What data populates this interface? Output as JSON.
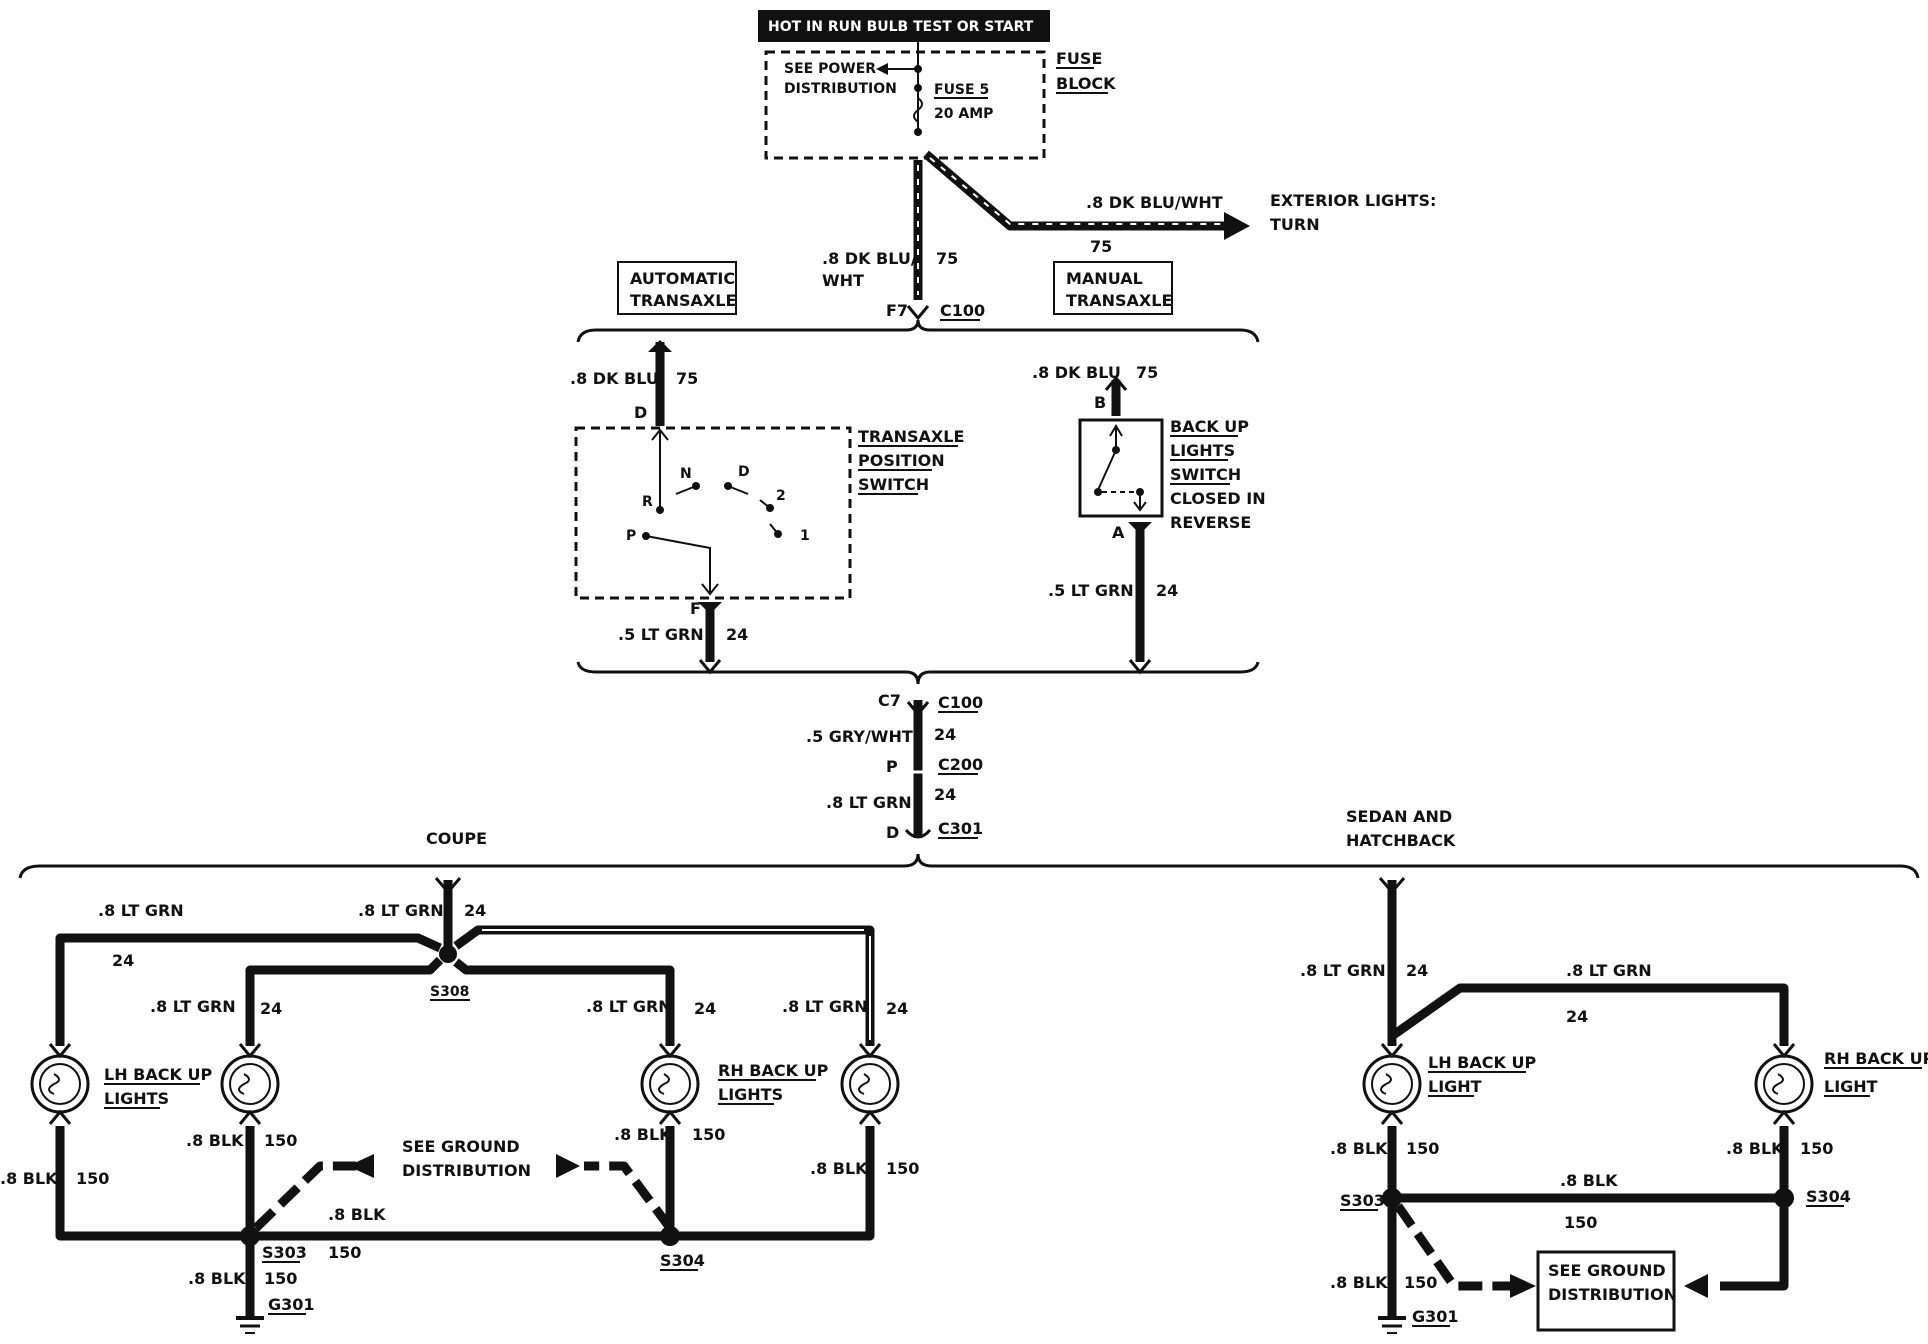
{
  "header": {
    "power_label": "HOT IN RUN BULB TEST OR START"
  },
  "fuse_block": {
    "title_1": "FUSE",
    "title_2": "BLOCK",
    "see_power_1": "SEE POWER",
    "see_power_2": "DISTRIBUTION",
    "fuse_name": "FUSE 5",
    "fuse_rating": "20 AMP"
  },
  "turn_branch": {
    "wire": ".8 DK BLU/WHT",
    "circuit": "75",
    "dest_1": "EXTERIOR LIGHTS:",
    "dest_2": "TURN"
  },
  "main_feed": {
    "wire_1": ".8 DK BLU/",
    "wire_2": "WHT",
    "circuit": "75",
    "pin": "F7",
    "connector": "C100"
  },
  "automatic": {
    "title_1": "AUTOMATIC",
    "title_2": "TRANSAXLE",
    "in_wire": ".8 DK BLU",
    "in_circuit": "75",
    "pin_in": "D",
    "switch_1": "TRANSAXLE",
    "switch_2": "POSITION",
    "switch_3": "SWITCH",
    "pos_r": "R",
    "pos_n": "N",
    "pos_d": "D",
    "pos_2": "2",
    "pos_1": "1",
    "pos_p": "P",
    "pin_out": "F",
    "out_wire": ".5 LT GRN",
    "out_circuit": "24"
  },
  "manual": {
    "title_1": "MANUAL",
    "title_2": "TRANSAXLE",
    "in_wire": ".8 DK BLU",
    "in_circuit": "75",
    "pin_in": "B",
    "switch_1": "BACK UP",
    "switch_2": "LIGHTS",
    "switch_3": "SWITCH",
    "switch_4": "CLOSED IN",
    "switch_5": "REVERSE",
    "pin_out": "A",
    "out_wire": ".5 LT GRN",
    "out_circuit": "24"
  },
  "rear_feed": {
    "pin_c7": "C7",
    "conn_c100": "C100",
    "wire_1": ".5 GRY/WHT",
    "circuit_1": "24",
    "pin_p": "P",
    "conn_c200": "C200",
    "wire_2": ".8 LT GRN",
    "circuit_2": "24",
    "pin_d": "D",
    "conn_c301": "C301"
  },
  "coupe": {
    "title": "COUPE",
    "feed_wire": ".8 LT GRN",
    "feed_circuit": "24",
    "left_wire": ".8 LT GRN",
    "left_circuit": "24",
    "splice_top": "S308",
    "wire_a": ".8 LT GRN",
    "circuit_a": "24",
    "wire_b": ".8 LT GRN",
    "circuit_b": "24",
    "wire_c": ".8 LT GRN",
    "circuit_c": "24",
    "lh_lamp_1": "LH BACK UP",
    "lh_lamp_2": "LIGHTS",
    "rh_lamp_1": "RH BACK UP",
    "rh_lamp_2": "LIGHTS",
    "gnd_wire_1": ".8 BLK",
    "gnd_circuit_1": "150",
    "gnd_wire_2": ".8 BLK",
    "gnd_circuit_2": "150",
    "gnd_wire_3": ".8 BLK",
    "gnd_circuit_3": "150",
    "gnd_wire_4": ".8 BLK",
    "gnd_circuit_4": "150",
    "see_ground_1": "SEE GROUND",
    "see_ground_2": "DISTRIBUTION",
    "bottom_wire": ".8 BLK",
    "bottom_circuit": "150",
    "splice_s303": "S303",
    "splice_s304": "S304",
    "ground_wire": ".8 BLK",
    "ground_circuit": "150",
    "ground": "G301"
  },
  "sedan": {
    "title_1": "SEDAN AND",
    "title_2": "HATCHBACK",
    "feed_wire": ".8 LT GRN",
    "feed_circuit": "24",
    "branch_wire": ".8 LT GRN",
    "branch_circuit": "24",
    "lh_lamp_1": "LH BACK UP",
    "lh_lamp_2": "LIGHT",
    "rh_lamp_1": "RH BACK UP",
    "rh_lamp_2": "LIGHT",
    "gnd_wire_l": ".8 BLK",
    "gnd_circuit_l": "150",
    "gnd_wire_r": ".8 BLK",
    "gnd_circuit_r": "150",
    "splice_s303": "S303",
    "splice_s304": "S304",
    "link_wire": ".8 BLK",
    "link_circuit": "150",
    "ground_wire": ".8 BLK",
    "ground_circuit": "150",
    "ground": "G301",
    "see_ground_1": "SEE GROUND",
    "see_ground_2": "DISTRIBUTION"
  }
}
